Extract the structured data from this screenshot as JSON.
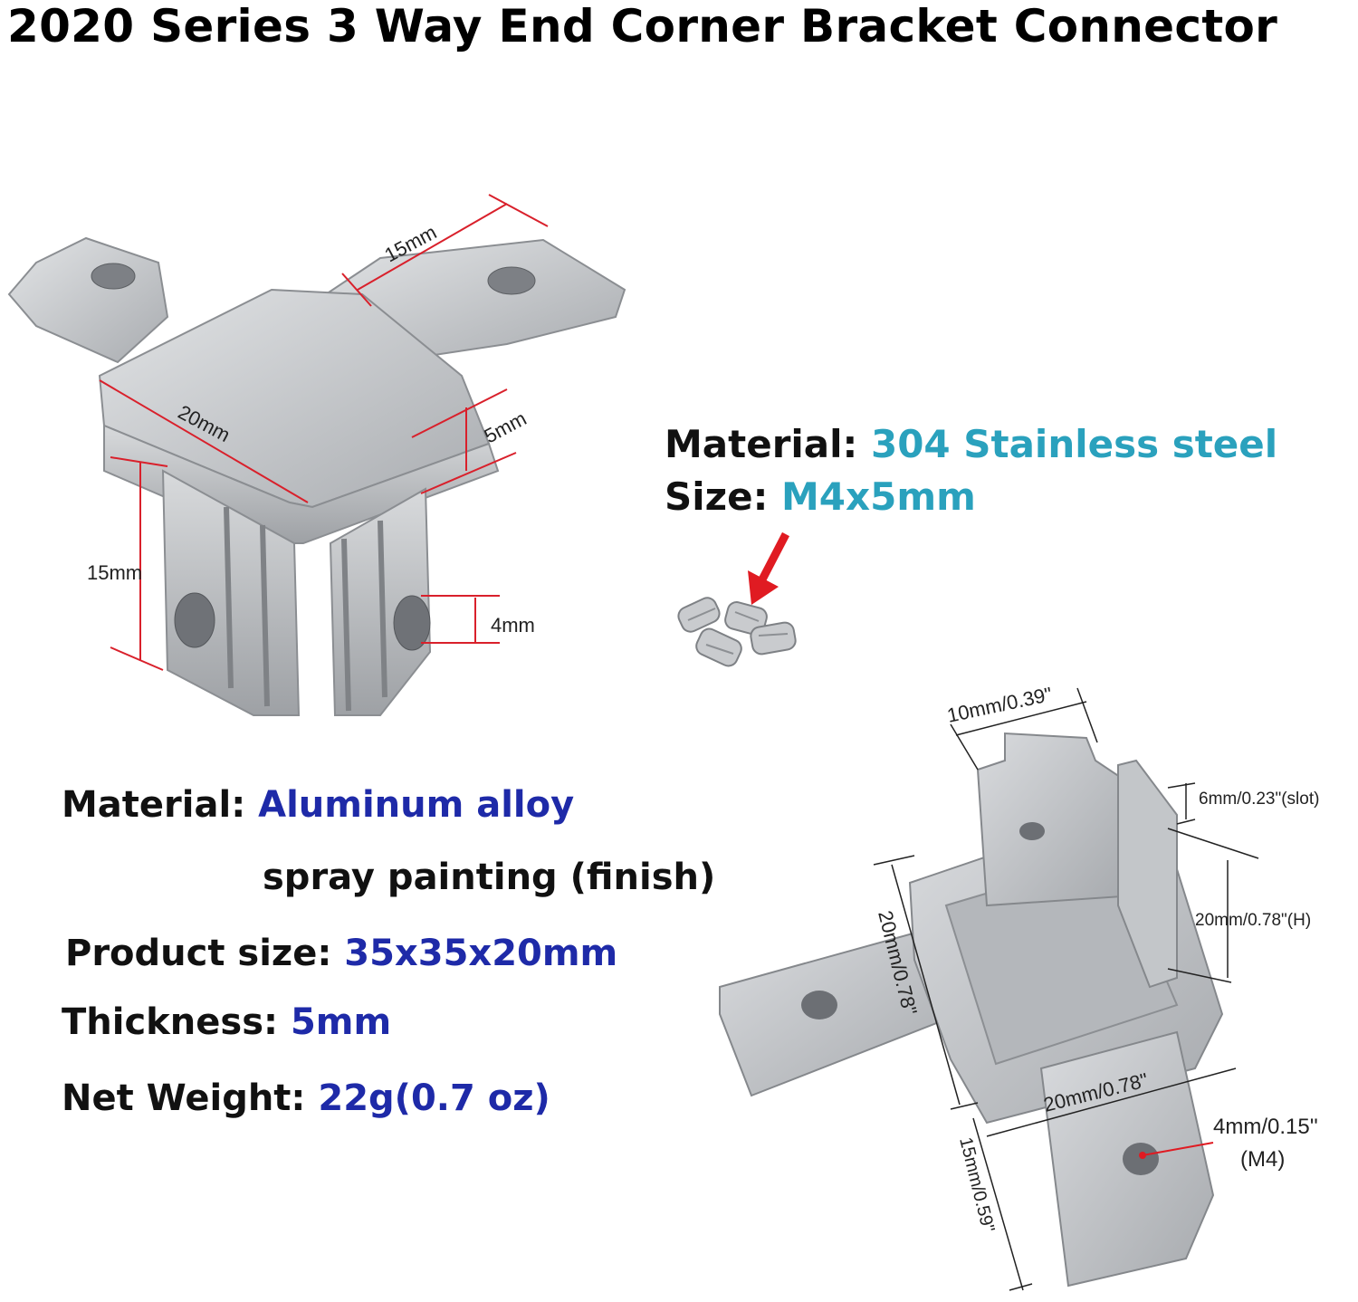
{
  "title": "2020 Series 3 Way End Corner Bracket Connector",
  "left_figure": {
    "dimensions": [
      "15mm",
      "20mm",
      "5mm",
      "15mm",
      "4mm"
    ]
  },
  "screws": {
    "material_label": "Material:",
    "material_value": "304 Stainless steel",
    "size_label": "Size:",
    "size_value": "M4x5mm"
  },
  "specs": {
    "material_label": "Material:",
    "material_value": "Aluminum alloy",
    "finish": "spray painting (finish)",
    "product_size_label": "Product size:",
    "product_size_value": "35x35x20mm",
    "thickness_label": "Thickness:",
    "thickness_value": "5mm",
    "weight_label": "Net Weight:",
    "weight_value": "22g(0.7 oz)"
  },
  "right_figure": {
    "dimensions": {
      "top_width": "10mm/0.39\"",
      "slot": "6mm/0.23\"(slot)",
      "height": "20mm/0.78\"(H)",
      "side": "20mm/0.78\"",
      "bottom": "20mm/0.78\"",
      "arm": "15mm/0.59\"",
      "hole": "4mm/0.15''",
      "hole_thread": "(M4)"
    }
  },
  "colors": {
    "dimension_line": "#d9202b",
    "value_blue": "#1e2aa8",
    "value_teal": "#2aa1bd",
    "metal": "#c8cacd"
  }
}
